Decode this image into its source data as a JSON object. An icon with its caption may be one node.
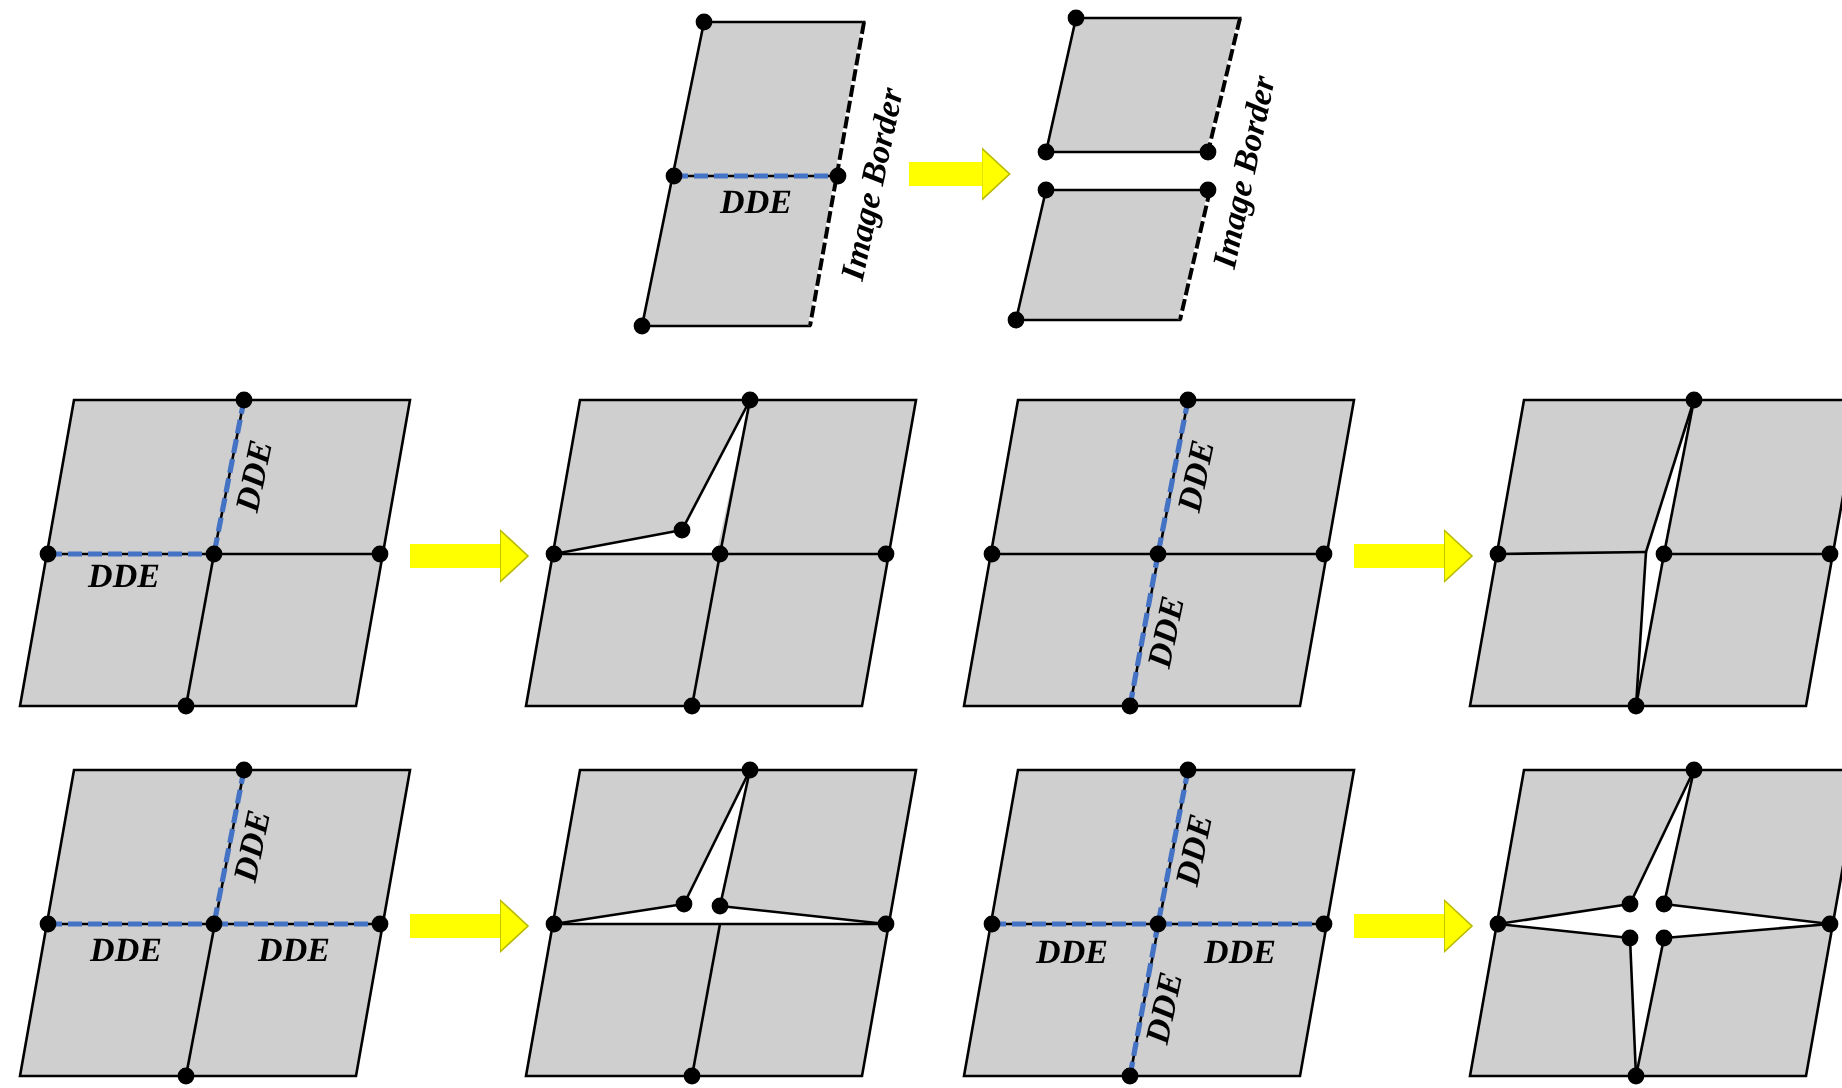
{
  "diagram": {
    "nodes": [
      {
        "text": [
          "DDE"
        ],
        "beside": [
          "Image Border"
        ]
      },
      {
        "text": [],
        "shape": "picture",
        "beside": [
          "Image Border"
        ]
      },
      {
        "text": [
          "DDE",
          "DDE"
        ]
      },
      {
        "text": [],
        "shape": "picture"
      },
      {
        "text": [
          "DDE",
          "DDE"
        ]
      },
      {
        "text": [],
        "shape": "picture"
      },
      {
        "text": [
          "DDE",
          "DDE",
          "DDE"
        ]
      },
      {
        "text": [],
        "shape": "picture"
      },
      {
        "text": [
          "DDE",
          "DDE",
          "DDE",
          "DDE"
        ]
      },
      {
        "text": [],
        "shape": "picture"
      }
    ],
    "edges": [
      {
        "from": 0,
        "to": 1,
        "arrow": "to"
      },
      {
        "from": 2,
        "to": 3,
        "arrow": "to"
      },
      {
        "from": 4,
        "to": 5,
        "arrow": "to"
      },
      {
        "from": 6,
        "to": 7,
        "arrow": "to"
      },
      {
        "from": 8,
        "to": 9,
        "arrow": "to"
      }
    ]
  }
}
